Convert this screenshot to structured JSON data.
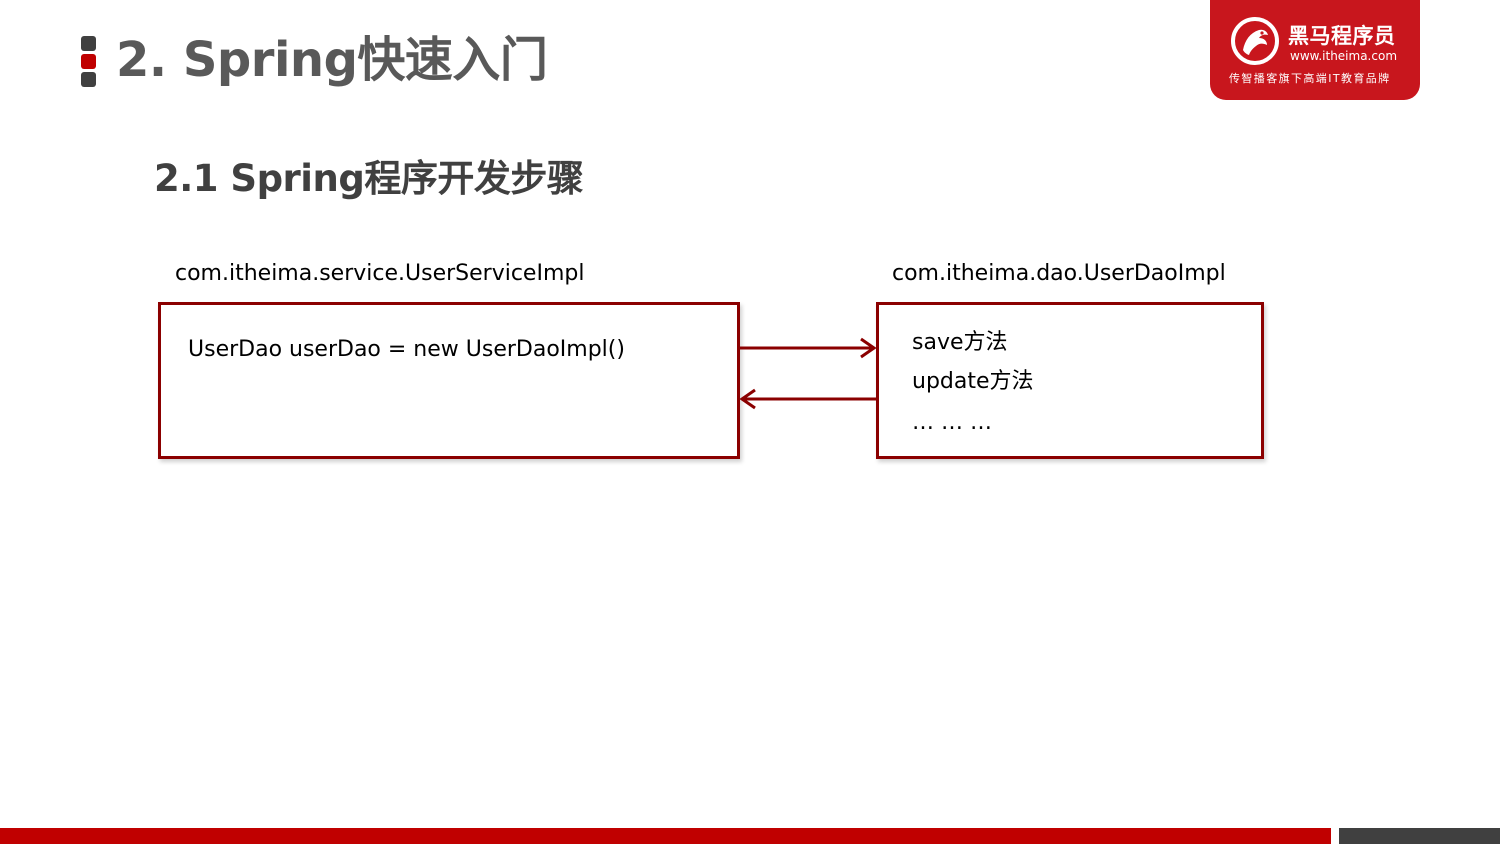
{
  "title": "2. Spring快速入门",
  "subtitle": "2.1 Spring程序开发步骤",
  "brand": {
    "name": "黑马程序员",
    "url": "www.itheima.com",
    "slogan": "传智播客旗下高端IT教育品牌"
  },
  "diagram": {
    "left_box": {
      "label": "com.itheima.service.UserServiceImpl",
      "lines": [
        "UserDao userDao = new UserDaoImpl()"
      ]
    },
    "right_box": {
      "label": "com.itheima.dao.UserDaoImpl",
      "lines": [
        "save方法",
        "update方法",
        "… … …"
      ]
    }
  },
  "colors": {
    "accent_red": "#c00000",
    "box_border": "#8b0000",
    "brand_red": "#c8161d",
    "dark_gray": "#404040"
  }
}
